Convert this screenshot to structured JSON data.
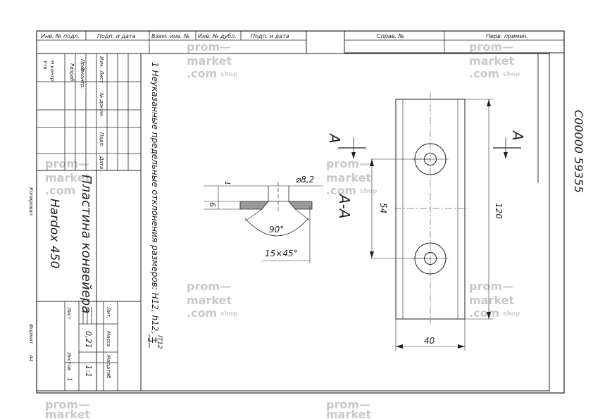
{
  "title_block": {
    "top_strip": [
      "Инв. № подл.",
      "Подп. и дата",
      "Взам. инв. №",
      "Инв. № дубл.",
      "Подп. и дата"
    ],
    "top_right": [
      "Справ. №",
      "Перв. примен."
    ],
    "roles": [
      "Разраб.",
      "Пров.",
      "Т.контр.",
      "Н.контр.",
      "Утв."
    ],
    "columns": [
      "Изм.",
      "Лист",
      "№ докум.",
      "Подп.",
      "Дата"
    ],
    "part_name": "Пластина конвейера",
    "material": "Hardox 450",
    "mass_headers": [
      "Лит.",
      "Масса",
      "Масштаб"
    ],
    "mass_value": "0,21",
    "scale_value": "1:1",
    "sheet_label": "Лист",
    "sheets_label": "Листов",
    "sheets_value": "1",
    "copied": "Копировал",
    "format": "Формат",
    "format_value": "А4"
  },
  "notes": {
    "tolerance_note": "1 Неуказанные предельные отклонения размеров: H12, h12, ±",
    "tolerance_numerator": "IT12",
    "tolerance_denominator": "2"
  },
  "drawing": {
    "section_label": "А-А",
    "cut_label_left": "А",
    "cut_label_right": "А",
    "dim_diameter": "⌀8,2",
    "dim_thickness_total": "6",
    "dim_thickness_small": "1",
    "dim_angle": "90°",
    "dim_chamfer": "15×45°",
    "dim_hole_pitch": "54",
    "dim_length": "120",
    "dim_width": "40",
    "stamp_number": "С00000 59355"
  },
  "watermark": {
    "line1": "prom—",
    "line2": "market",
    "line3": ".com",
    "suffix": "shop"
  }
}
